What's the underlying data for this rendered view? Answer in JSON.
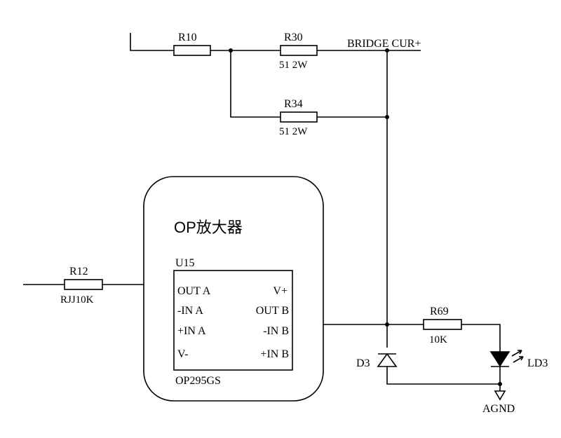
{
  "components": {
    "r10": {
      "ref": "R10"
    },
    "r30": {
      "ref": "R30",
      "value": "51 2W"
    },
    "r34": {
      "ref": "R34",
      "value": "51 2W"
    },
    "r12": {
      "ref": "R12",
      "value": "RJJ10K"
    },
    "r69": {
      "ref": "R69",
      "value": "10K"
    },
    "d3": {
      "ref": "D3"
    },
    "ld3": {
      "ref": "LD3"
    }
  },
  "nets": {
    "bridge": "BRIDGE CUR+",
    "agnd": "AGND"
  },
  "block": {
    "title": "OP放大器"
  },
  "ic": {
    "ref": "U15",
    "part": "OP295GS",
    "left_pins": [
      "OUT A",
      "-IN A",
      "+IN A",
      "V-"
    ],
    "right_pins": [
      "V+",
      "OUT B",
      "-IN B",
      "+IN B"
    ]
  }
}
